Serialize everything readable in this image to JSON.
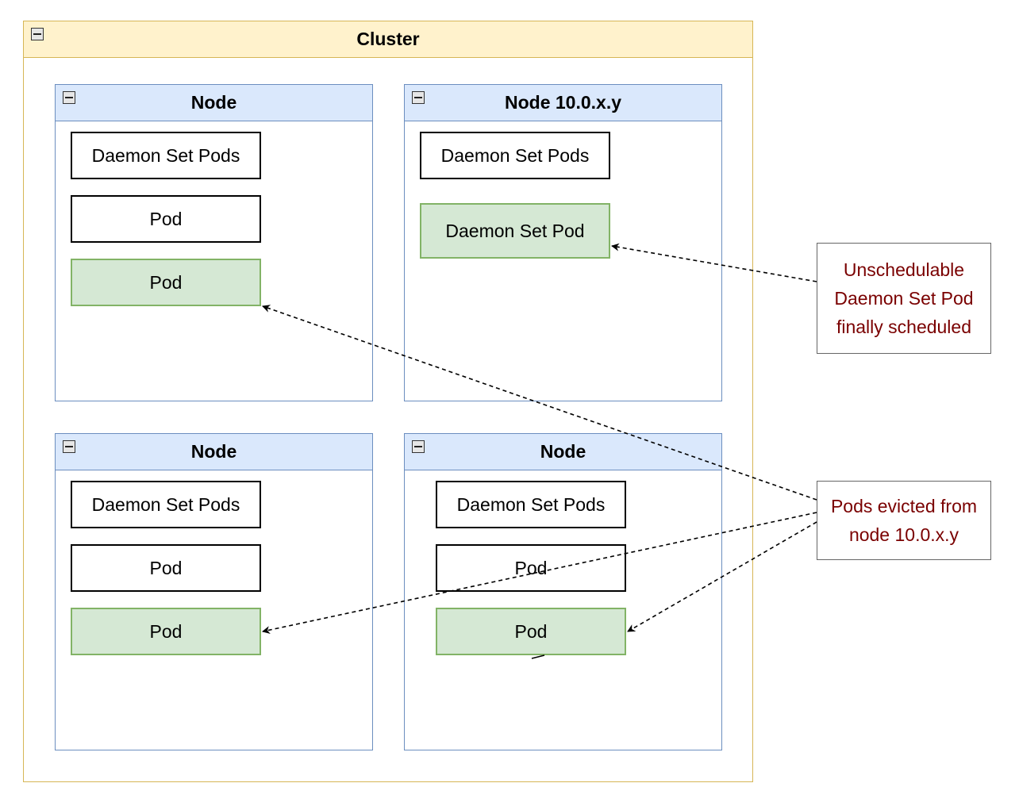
{
  "cluster": {
    "title": "Cluster"
  },
  "nodes": [
    {
      "title": "Node",
      "items": [
        "Daemon Set Pods",
        "Pod",
        "Pod"
      ]
    },
    {
      "title": "Node 10.0.x.y",
      "items": [
        "Daemon Set Pods",
        "Daemon Set Pod"
      ]
    },
    {
      "title": "Node",
      "items": [
        "Daemon Set Pods",
        "Pod",
        "Pod"
      ]
    },
    {
      "title": "Node",
      "items": [
        "Daemon Set Pods",
        "Pod",
        "Pod"
      ]
    }
  ],
  "notes": {
    "unschedulable": "Unschedulable\nDaemon Set Pod\nfinally scheduled",
    "evicted": "Pods evicted from\nnode 10.0.x.y"
  },
  "colors": {
    "cluster_fill": "#fff2cc",
    "cluster_stroke": "#d6b656",
    "node_fill": "#dae8fc",
    "node_stroke": "#6c8ebf",
    "pod_green_fill": "#d5e8d4",
    "pod_green_stroke": "#82b366",
    "note_text": "#7a0000"
  }
}
